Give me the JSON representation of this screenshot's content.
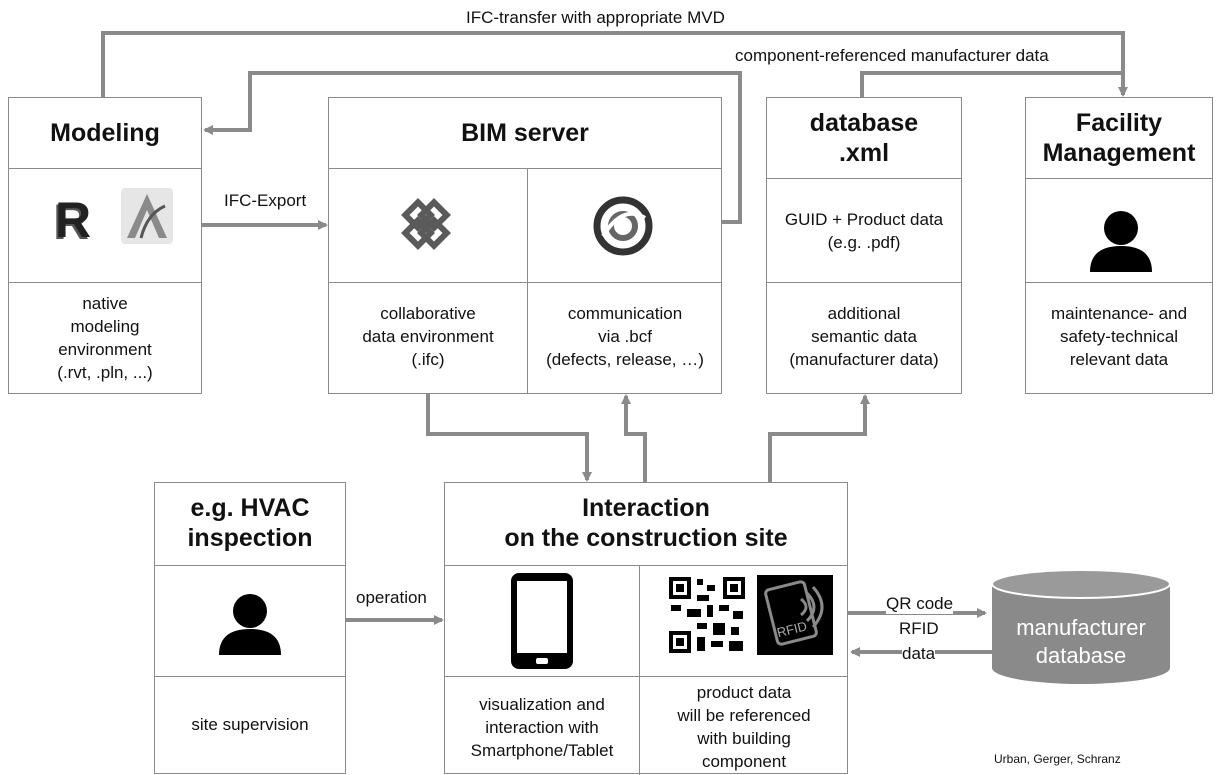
{
  "top_labels": {
    "ifc_transfer": "IFC-transfer with appropriate MVD",
    "component_data": "component-referenced manufacturer data"
  },
  "modeling": {
    "title": "Modeling",
    "desc": "native\nmodeling\nenvironment\n(.rvt, .pln, ...)",
    "icons": [
      "revit-icon",
      "archicad-icon"
    ]
  },
  "ifc_export": "IFC-Export",
  "bim_server": {
    "title": "BIM server",
    "left_desc": "collaborative\ndata environment\n(.ifc)",
    "right_desc": "communication\nvia .bcf\n(defects, release, …)",
    "icons": [
      "bimserver-logo-icon",
      "bcf-logo-icon"
    ]
  },
  "database": {
    "title": "database\n.xml",
    "mid_desc": "GUID + Product data\n(e.g. .pdf)",
    "desc": "additional\nsemantic data\n(manufacturer data)"
  },
  "facility": {
    "title": "Facility\nManagement",
    "desc": "maintenance- and\nsafety-technical\nrelevant data",
    "icon": "person-icon"
  },
  "hvac": {
    "title": "e.g. HVAC\ninspection",
    "desc": "site supervision",
    "icon": "person-icon"
  },
  "operation": "operation",
  "interaction": {
    "title": "Interaction\non the construction site",
    "left_desc": "visualization and\ninteraction with\nSmartphone/Tablet",
    "right_desc": "product data\nwill be referenced\nwith building\ncomponent",
    "icons": [
      "smartphone-icon",
      "qr-code-icon",
      "rfid-icon"
    ],
    "rfid_text": "RFID"
  },
  "link_labels": {
    "qr": "QR code",
    "rfid": "RFID",
    "data": "data"
  },
  "manufacturer_db": "manufacturer\ndatabase",
  "credit": "Urban, Gerger, Schranz"
}
